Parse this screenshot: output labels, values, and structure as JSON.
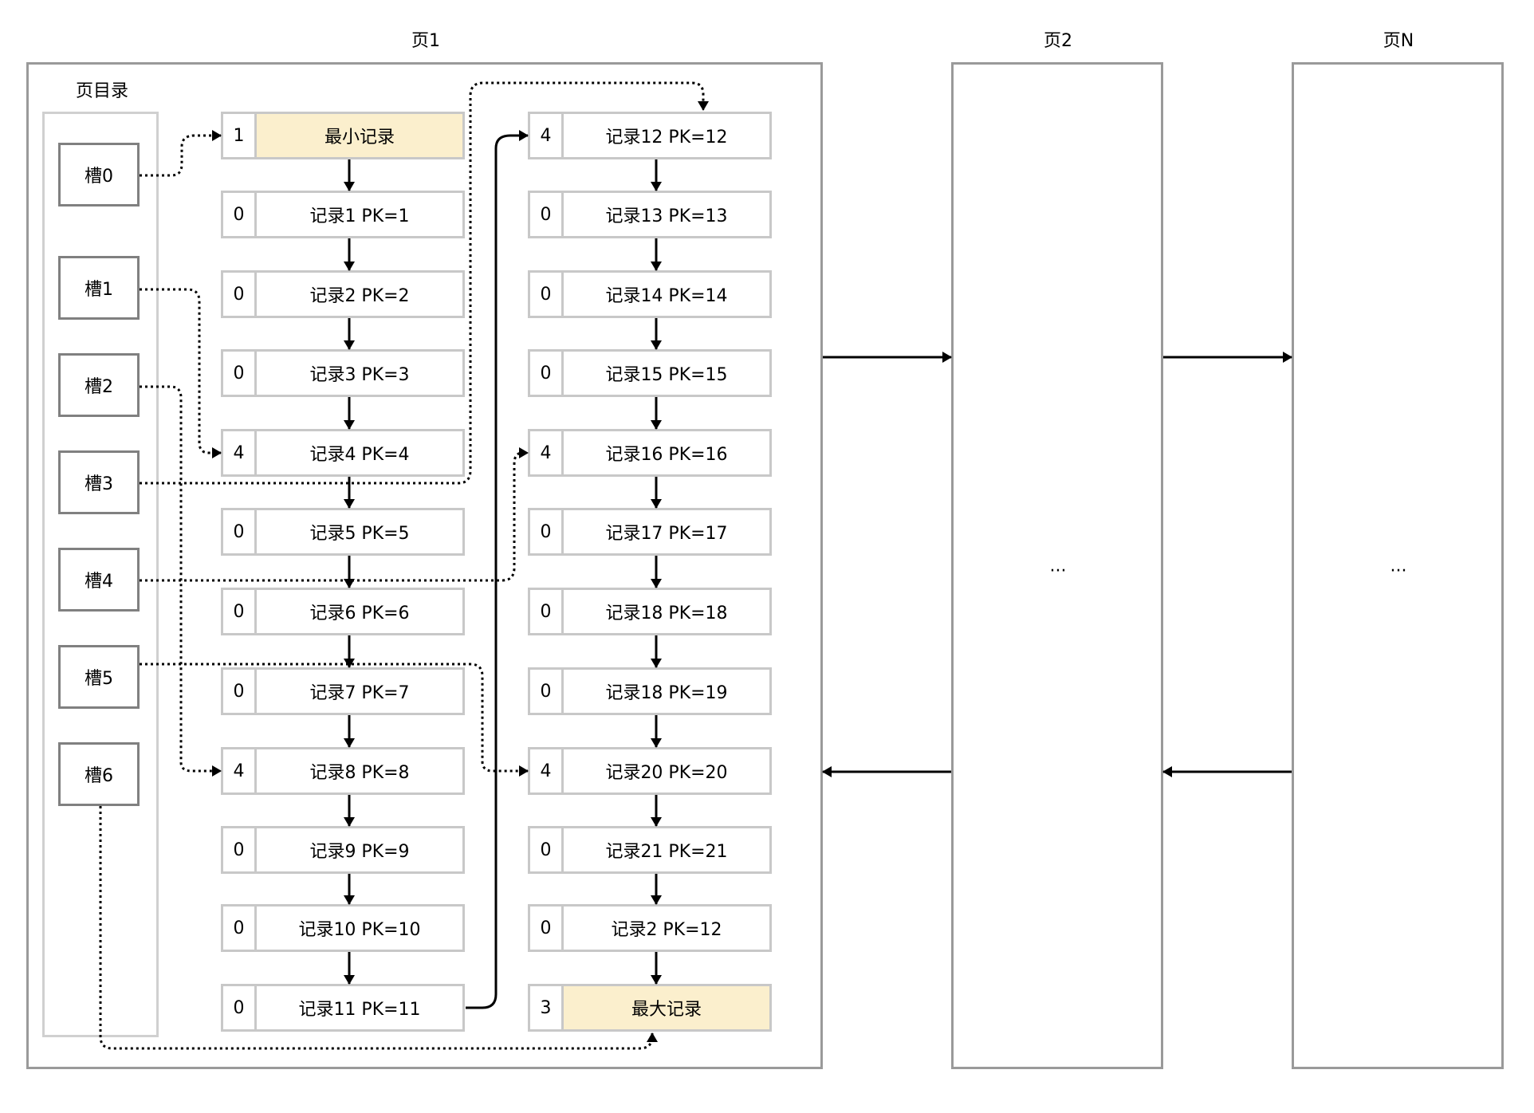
{
  "pages": {
    "page1": "页1",
    "page2": "页2",
    "pageN": "页N",
    "page2_body": "...",
    "pageN_body": "..."
  },
  "directory": {
    "title": "页目录",
    "slots": [
      "槽0",
      "槽1",
      "槽2",
      "槽3",
      "槽4",
      "槽5",
      "槽6"
    ]
  },
  "records_left": [
    {
      "owned": "1",
      "label": "最小记录"
    },
    {
      "owned": "0",
      "label": "记录1 PK=1"
    },
    {
      "owned": "0",
      "label": "记录2 PK=2"
    },
    {
      "owned": "0",
      "label": "记录3 PK=3"
    },
    {
      "owned": "4",
      "label": "记录4 PK=4"
    },
    {
      "owned": "0",
      "label": "记录5 PK=5"
    },
    {
      "owned": "0",
      "label": "记录6 PK=6"
    },
    {
      "owned": "0",
      "label": "记录7 PK=7"
    },
    {
      "owned": "4",
      "label": "记录8 PK=8"
    },
    {
      "owned": "0",
      "label": "记录9 PK=9"
    },
    {
      "owned": "0",
      "label": "记录10 PK=10"
    },
    {
      "owned": "0",
      "label": "记录11 PK=11"
    }
  ],
  "records_right": [
    {
      "owned": "4",
      "label": "记录12 PK=12"
    },
    {
      "owned": "0",
      "label": "记录13 PK=13"
    },
    {
      "owned": "0",
      "label": "记录14 PK=14"
    },
    {
      "owned": "0",
      "label": "记录15 PK=15"
    },
    {
      "owned": "4",
      "label": "记录16 PK=16"
    },
    {
      "owned": "0",
      "label": "记录17 PK=17"
    },
    {
      "owned": "0",
      "label": "记录18 PK=18"
    },
    {
      "owned": "0",
      "label": "记录18 PK=19"
    },
    {
      "owned": "4",
      "label": "记录20 PK=20"
    },
    {
      "owned": "0",
      "label": "记录21 PK=21"
    },
    {
      "owned": "0",
      "label": "记录2 PK=12"
    },
    {
      "owned": "3",
      "label": "最大记录"
    }
  ],
  "colors": {
    "special_record_fill": "#fbefcd",
    "panel_border": "#9a9a9a",
    "record_border": "#c8c8c8",
    "slot_border": "#808080"
  }
}
